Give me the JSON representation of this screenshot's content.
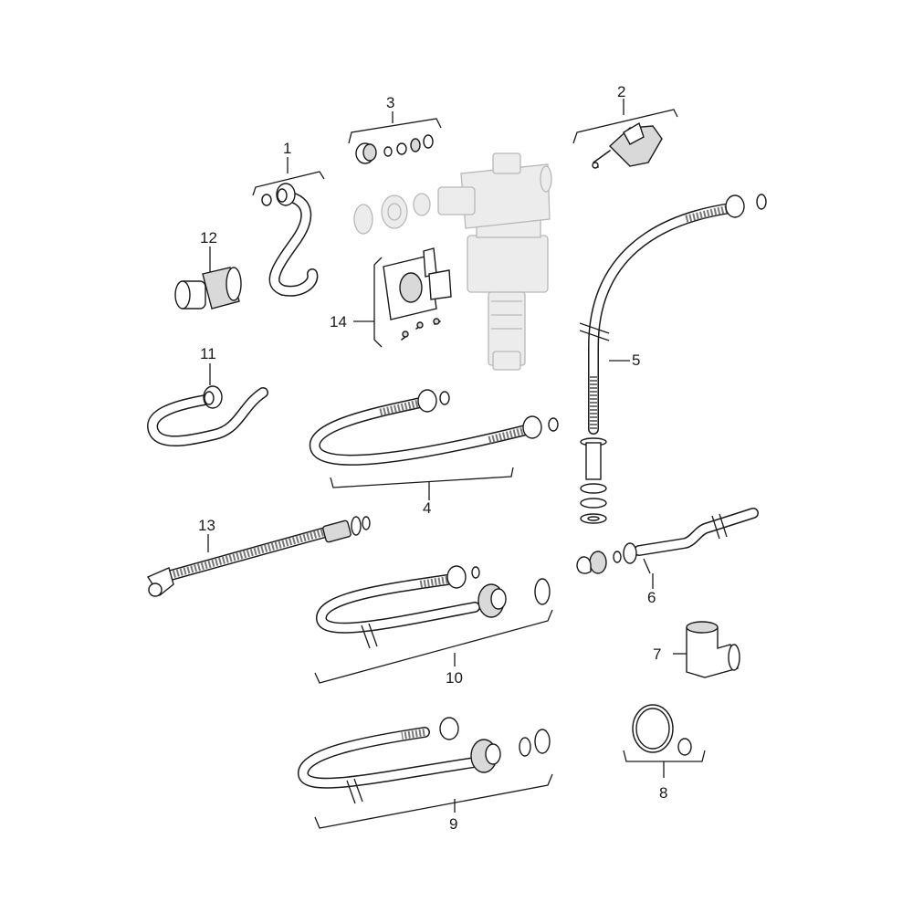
{
  "callouts": [
    "1",
    "2",
    "3",
    "4",
    "5",
    "6",
    "7",
    "8",
    "9",
    "10",
    "11",
    "12",
    "13",
    "14"
  ],
  "colors": {
    "line": "#1a1a1a",
    "ghost_valve": "#b8b8b8",
    "background": "#ffffff"
  }
}
